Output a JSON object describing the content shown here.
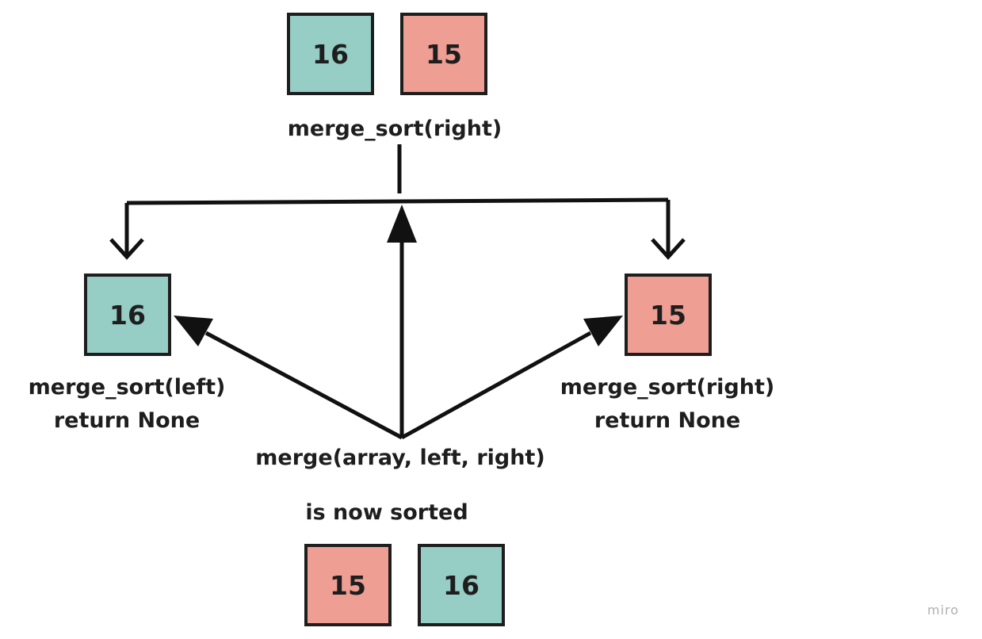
{
  "colors": {
    "teal": "#96cdc4",
    "salmon": "#ee9e93",
    "ink": "#111111"
  },
  "top": {
    "boxes": [
      {
        "value": "16",
        "color": "#96cdc4"
      },
      {
        "value": "15",
        "color": "#ee9e93"
      }
    ],
    "label": "merge_sort(right)"
  },
  "left": {
    "box": {
      "value": "16",
      "color": "#96cdc4"
    },
    "line1": "merge_sort(left)",
    "line2": "return None"
  },
  "right": {
    "box": {
      "value": "15",
      "color": "#ee9e93"
    },
    "line1": "merge_sort(right)",
    "line2": "return None"
  },
  "merge": {
    "label": "merge(array, left, right)",
    "result_label": "is now sorted"
  },
  "bottom": {
    "boxes": [
      {
        "value": "15",
        "color": "#ee9e93"
      },
      {
        "value": "16",
        "color": "#96cdc4"
      }
    ]
  },
  "watermark": "miro"
}
